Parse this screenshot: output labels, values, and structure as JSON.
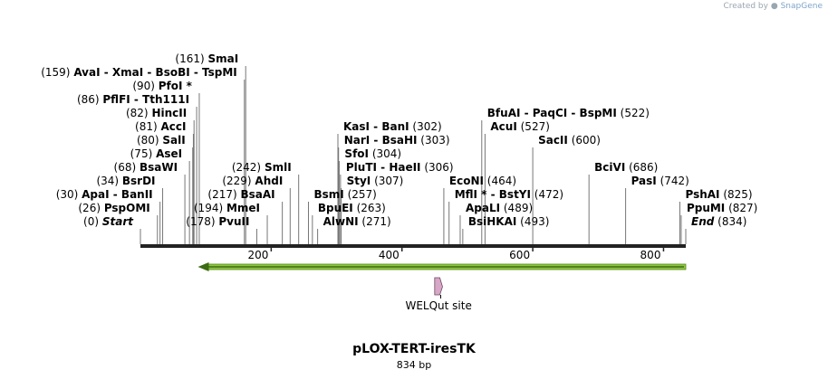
{
  "credit": {
    "prefix": "Created by",
    "brand": "SnapGene"
  },
  "map": {
    "name": "pLOX-TERT-iresTK",
    "size_label": "834 bp",
    "length": 834,
    "ticks": [
      200,
      400,
      600,
      800
    ],
    "tick_labels": [
      "200",
      "400",
      "600",
      "800"
    ],
    "features": [
      {
        "label": "WELQut site",
        "start": 450,
        "end": 462,
        "type": "site",
        "color": "#d8a6c6"
      },
      {
        "label": "",
        "start": 88,
        "end": 834,
        "type": "arrow",
        "direction": "reverse",
        "color": "#8dc63f"
      }
    ],
    "sites": [
      {
        "row": 0,
        "name": "Start",
        "pos": 0,
        "pos_label": "(0)",
        "pos_left": true,
        "italic": true
      },
      {
        "row": 1,
        "name": "PspOMI",
        "pos": 26,
        "pos_label": "(26)",
        "pos_left": true
      },
      {
        "row": 2,
        "name": "ApaI  -  BanII",
        "pos": 30,
        "pos_label": "(30)",
        "pos_left": true
      },
      {
        "row": 3,
        "name": "BsrDI",
        "pos": 34,
        "pos_label": "(34)",
        "pos_left": true
      },
      {
        "row": 4,
        "name": "BsaWI",
        "pos": 68,
        "pos_label": "(68)",
        "pos_left": true
      },
      {
        "row": 5,
        "name": "AseI",
        "pos": 75,
        "pos_label": "(75)",
        "pos_left": true
      },
      {
        "row": 6,
        "name": "SalI",
        "pos": 80,
        "pos_label": "(80)",
        "pos_left": true
      },
      {
        "row": 7,
        "name": "AccI",
        "pos": 81,
        "pos_label": "(81)",
        "pos_left": true
      },
      {
        "row": 8,
        "name": "HincII",
        "pos": 82,
        "pos_label": "(82)",
        "pos_left": true
      },
      {
        "row": 9,
        "name": "PflFI  -  Tth111I",
        "pos": 86,
        "pos_label": "(86)",
        "pos_left": true
      },
      {
        "row": 10,
        "name": "PfoI *",
        "pos": 90,
        "pos_label": "(90)",
        "pos_left": true
      },
      {
        "row": 11,
        "name": "AvaI  -  XmaI  -  BsoBI  -  TspMI",
        "pos": 159,
        "pos_label": "(159)",
        "pos_left": true
      },
      {
        "row": 12,
        "name": "SmaI",
        "pos": 161,
        "pos_label": "(161)",
        "pos_left": true
      },
      {
        "row": 0,
        "name": "PvuII",
        "pos": 178,
        "pos_label": "(178)",
        "pos_left": true
      },
      {
        "row": 1,
        "name": "MmeI",
        "pos": 194,
        "pos_label": "(194)",
        "pos_left": true
      },
      {
        "row": 2,
        "name": "BsaAI",
        "pos": 217,
        "pos_label": "(217)",
        "pos_left": true
      },
      {
        "row": 3,
        "name": "AhdI",
        "pos": 229,
        "pos_label": "(229)",
        "pos_left": true
      },
      {
        "row": 4,
        "name": "SmlI",
        "pos": 242,
        "pos_label": "(242)",
        "pos_left": true
      },
      {
        "row": 0,
        "name": "AlwNI",
        "pos": 271,
        "pos_label": "(271)",
        "pos_left": false
      },
      {
        "row": 1,
        "name": "BpuEI",
        "pos": 263,
        "pos_label": "(263)",
        "pos_left": false
      },
      {
        "row": 2,
        "name": "BsmI",
        "pos": 257,
        "pos_label": "(257)",
        "pos_left": false
      },
      {
        "row": 3,
        "name": "StyI",
        "pos": 307,
        "pos_label": "(307)",
        "pos_left": false
      },
      {
        "row": 4,
        "name": "PluTI  -  HaeII",
        "pos": 306,
        "pos_label": "(306)",
        "pos_left": false
      },
      {
        "row": 5,
        "name": "SfoI",
        "pos": 304,
        "pos_label": "(304)",
        "pos_left": false
      },
      {
        "row": 6,
        "name": "NarI  -  BsaHI",
        "pos": 303,
        "pos_label": "(303)",
        "pos_left": false
      },
      {
        "row": 7,
        "name": "KasI  -  BanI",
        "pos": 302,
        "pos_label": "(302)",
        "pos_left": false
      },
      {
        "row": 0,
        "name": "BsiHKAI",
        "pos": 493,
        "pos_label": "(493)",
        "pos_left": false
      },
      {
        "row": 1,
        "name": "ApaLI",
        "pos": 489,
        "pos_label": "(489)",
        "pos_left": false
      },
      {
        "row": 2,
        "name": "MflI *  -  BstYI",
        "pos": 472,
        "pos_label": "(472)",
        "pos_left": false
      },
      {
        "row": 3,
        "name": "EcoNI",
        "pos": 464,
        "pos_label": "(464)",
        "pos_left": false
      },
      {
        "row": 7,
        "name": "AcuI",
        "pos": 527,
        "pos_label": "(527)",
        "pos_left": false
      },
      {
        "row": 8,
        "name": "BfuAI  -  PaqCI  -  BspMI",
        "pos": 522,
        "pos_label": "(522)",
        "pos_left": false
      },
      {
        "row": 6,
        "name": "SacII",
        "pos": 600,
        "pos_label": "(600)",
        "pos_left": false
      },
      {
        "row": 4,
        "name": "BciVI",
        "pos": 686,
        "pos_label": "(686)",
        "pos_left": false
      },
      {
        "row": 3,
        "name": "PasI",
        "pos": 742,
        "pos_label": "(742)",
        "pos_left": false
      },
      {
        "row": 2,
        "name": "PshAI",
        "pos": 825,
        "pos_label": "(825)",
        "pos_left": false
      },
      {
        "row": 1,
        "name": "PpuMI",
        "pos": 827,
        "pos_label": "(827)",
        "pos_left": false
      },
      {
        "row": 0,
        "name": "End",
        "pos": 834,
        "pos_label": "(834)",
        "pos_left": false,
        "italic": true
      }
    ]
  }
}
